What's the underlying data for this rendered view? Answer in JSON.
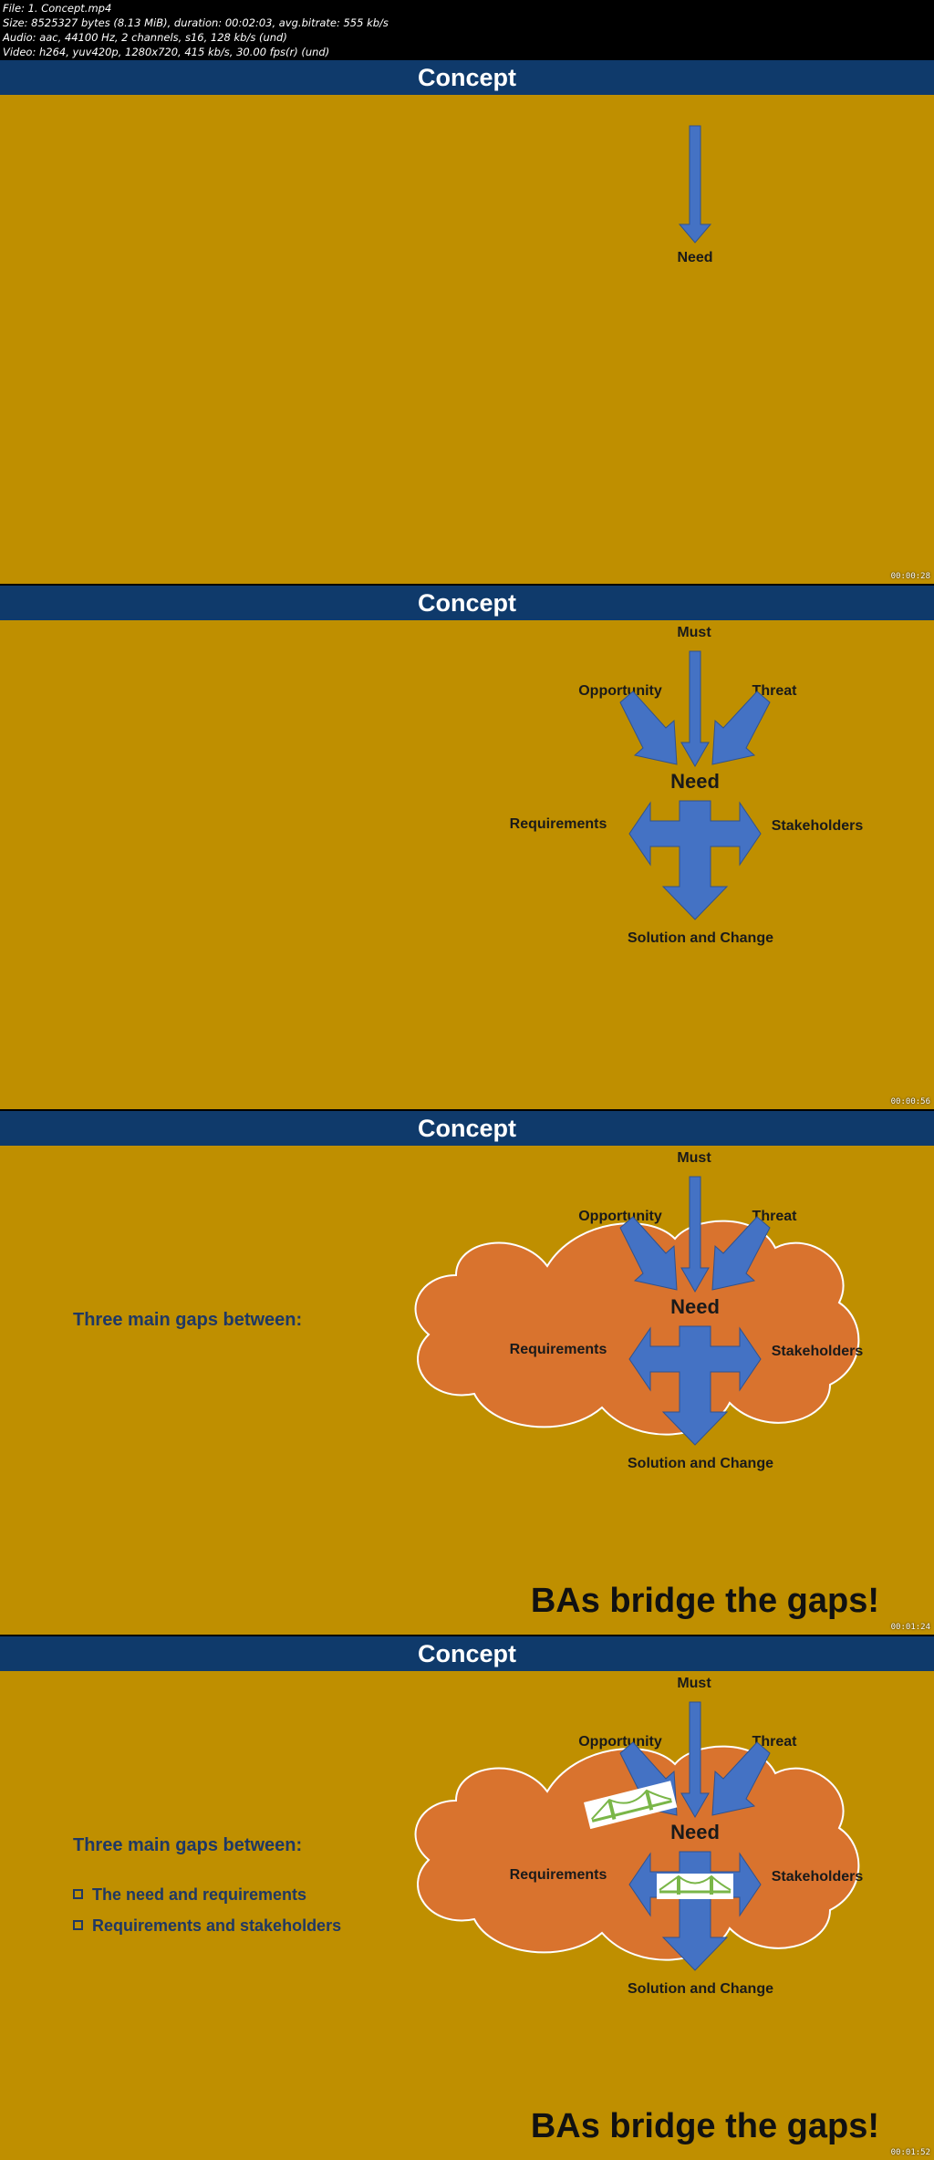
{
  "info": {
    "line1": "File: 1. Concept.mp4",
    "line2": "Size: 8525327 bytes (8.13 MiB), duration: 00:02:03, avg.bitrate: 555 kb/s",
    "line3": "Audio: aac, 44100 Hz, 2 channels, s16, 128 kb/s (und)",
    "line4": "Video: h264, yuv420p, 1280x720, 415 kb/s, 30.00 fps(r) (und)"
  },
  "slides": [
    {
      "title": "Concept",
      "need": "Need",
      "timestamp": "00:00:28"
    },
    {
      "title": "Concept",
      "must": "Must",
      "opportunity": "Opportunity",
      "threat": "Threat",
      "need": "Need",
      "requirements": "Requirements",
      "stakeholders": "Stakeholders",
      "solution": "Solution and Change",
      "timestamp": "00:00:56"
    },
    {
      "title": "Concept",
      "must": "Must",
      "opportunity": "Opportunity",
      "threat": "Threat",
      "need": "Need",
      "requirements": "Requirements",
      "stakeholders": "Stakeholders",
      "solution": "Solution and Change",
      "gaps_title": "Three main gaps between:",
      "tagline": "BAs bridge the gaps!",
      "timestamp": "00:01:24"
    },
    {
      "title": "Concept",
      "must": "Must",
      "opportunity": "Opportunity",
      "threat": "Threat",
      "need": "Need",
      "requirements": "Requirements",
      "stakeholders": "Stakeholders",
      "solution": "Solution and Change",
      "gaps_title": "Three main gaps between:",
      "bullets": [
        "The need and requirements",
        "Requirements and stakeholders"
      ],
      "tagline": "BAs bridge the gaps!",
      "timestamp": "00:01:52"
    }
  ],
  "colors": {
    "title_bar": "#0f3a6b",
    "slide_bg": "#bf8f00",
    "arrow": "#4472c4",
    "cloud": "#d9732e",
    "bridge": "#7ab648"
  }
}
